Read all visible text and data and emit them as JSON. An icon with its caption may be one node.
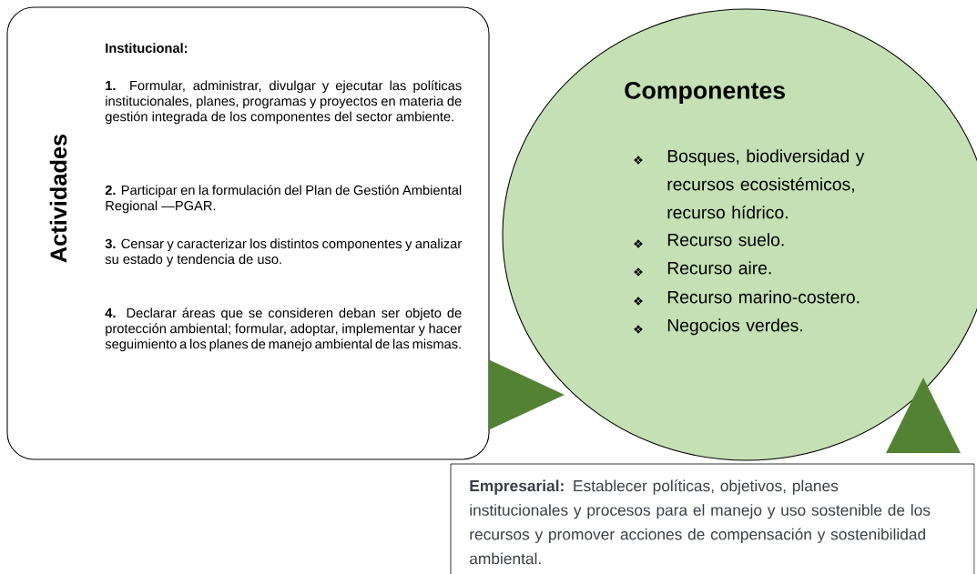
{
  "diagram": {
    "nodes": [
      {
        "text": [
          "Actividades",
          "Institucional:",
          "**1.** Formular, administrar, divulgar y ejecutar las políticas institucionales, planes, programas y proyectos en materia de gestión integrada de los componentes del sector ambiente.",
          "**2.** Participar en la formulación del Plan de Gestión Ambiental Regional —PGAR.",
          "**3.** Censar y caracterizar los distintos componentes y analizar su estado y tendencia de uso.",
          "**4.** Declarar áreas que se consideren deban ser objeto de protección ambiental; formular, adoptar, implementar y hacer seguimiento a los planes de manejo ambiental de las mismas."
        ]
      },
      {
        "text": [
          "Componentes",
          "Bosques, biodiversidad y recursos ecosistémicos, recurso hídrico.",
          "Recurso suelo.",
          "Recurso aire.",
          "Recurso marino-costero.",
          "Negocios verdes."
        ]
      },
      {
        "text": [
          "**Empresarial:** Establecer políticas, objetivos, planes institucionales y procesos para el manejo y uso sostenible de los recursos y promover acciones de compensación y sostenibilidad ambiental."
        ]
      }
    ],
    "edges": [
      {
        "from": 0,
        "to": 1,
        "arrow": "to"
      },
      {
        "from": 2,
        "to": 1,
        "arrow": "to"
      }
    ]
  }
}
